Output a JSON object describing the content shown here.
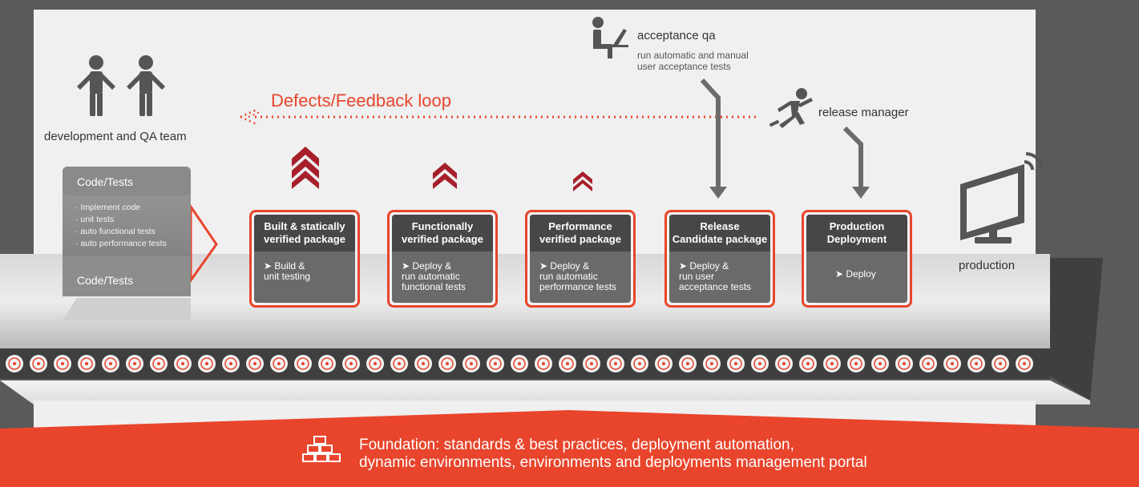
{
  "team": {
    "label": "development and QA team"
  },
  "feedback": {
    "label": "Defects/Feedback loop"
  },
  "code_tests": {
    "title": "Code/Tests",
    "items": [
      "· Implement code",
      "· unit tests",
      "· auto functional tests",
      "· auto performance tests"
    ],
    "footer": "Code/Tests"
  },
  "stages": [
    {
      "title": "Built & statically\nverified package",
      "detail": "➤ Build &\n    unit testing"
    },
    {
      "title": "Functionally\nverified package",
      "detail": "➤ Deploy &\n    run automatic\n    functional tests"
    },
    {
      "title": "Performance\nverified package",
      "detail": "➤ Deploy &\n    run automatic\n    performance tests"
    },
    {
      "title": "Release\nCandidate package",
      "detail": "➤ Deploy &\n    run user\n    acceptance tests"
    },
    {
      "title": "Production\nDeployment",
      "detail": "➤ Deploy"
    }
  ],
  "acceptance_qa": {
    "title": "acceptance qa",
    "line1": "run automatic and manual",
    "line2": "user acceptance tests"
  },
  "release_manager": {
    "label": "release manager"
  },
  "production": {
    "label": "production"
  },
  "foundation": {
    "text": "Foundation: standards & best practices, deployment automation,\ndynamic environments, environments and deployments management portal"
  },
  "colors": {
    "accent": "#e8452c",
    "dark_red": "#a61f2a",
    "gray": "#5a5a5a",
    "panel": "#f0f0f0"
  }
}
